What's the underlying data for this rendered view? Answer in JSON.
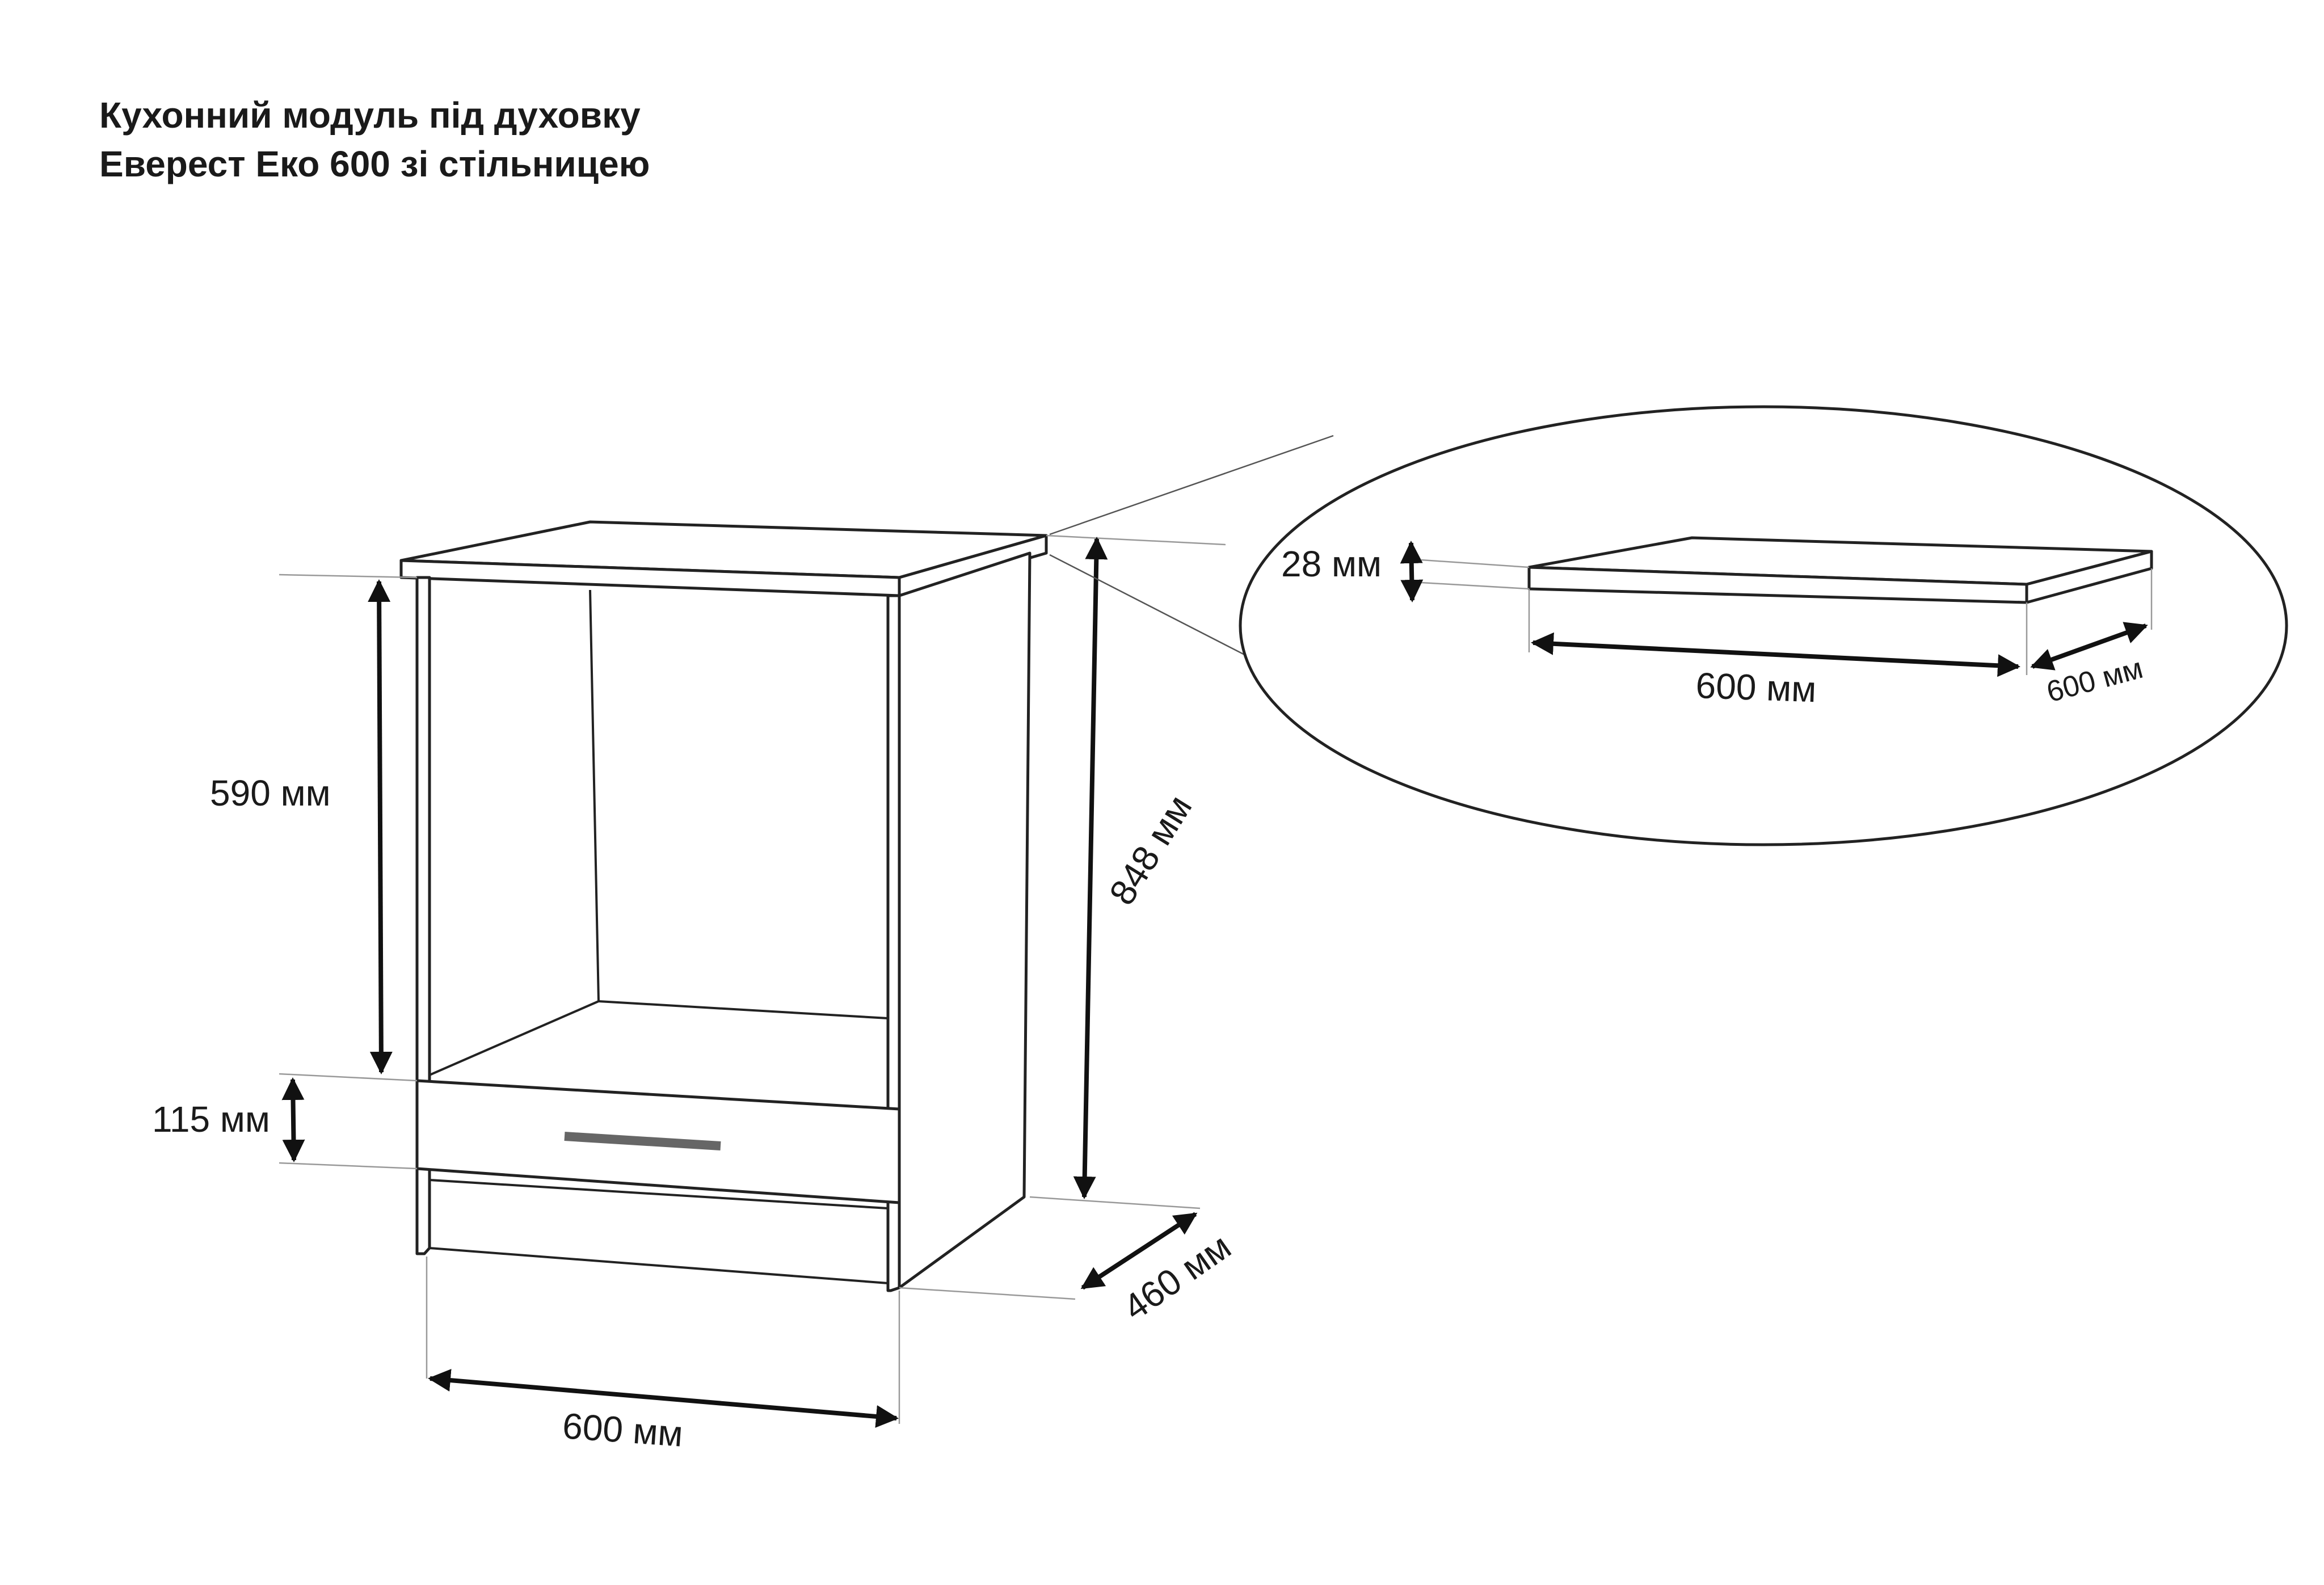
{
  "title": {
    "line1": "Кухонний модуль під духовку",
    "line2": "Еверест Еко 600 зі стільницею"
  },
  "dimensions": {
    "opening_height": "590 мм",
    "drawer_height": "115 мм",
    "total_height": "848 мм",
    "depth": "460 мм",
    "width": "600 мм"
  },
  "worktop_detail": {
    "thickness": "28 мм",
    "width": "600 мм",
    "depth": "600 мм"
  }
}
